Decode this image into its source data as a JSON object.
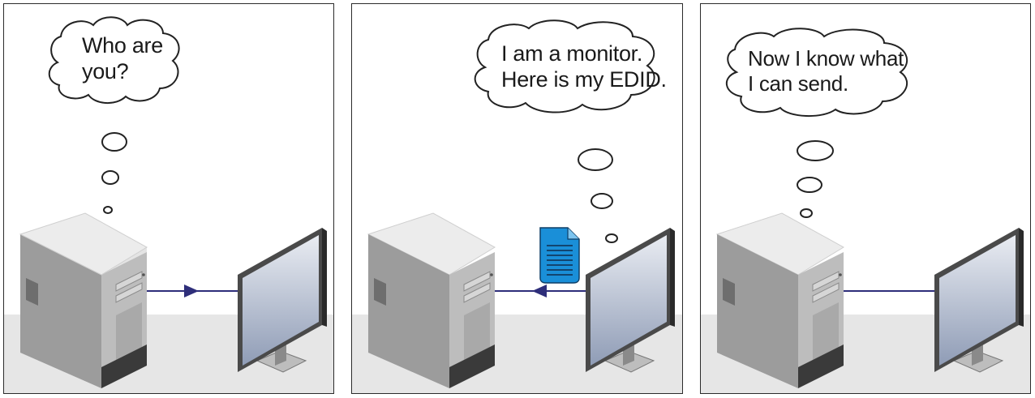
{
  "panels": [
    {
      "id": "panel-1",
      "thought_lines": [
        "Who are",
        "you?"
      ],
      "signal": "computer-to-monitor"
    },
    {
      "id": "panel-2",
      "thought_lines": [
        "I am a monitor.",
        "Here is my EDID."
      ],
      "signal": "monitor-to-computer"
    },
    {
      "id": "panel-3",
      "thought_lines": [
        "Now I know what",
        "I can send."
      ],
      "signal": "connected"
    }
  ],
  "colors": {
    "floor": "#e6e6e6",
    "cable": "#2e2e7a",
    "edid_document": "#1a8fd8",
    "screen_top": "#e9ecf2",
    "screen_bottom": "#8f9cb6"
  }
}
